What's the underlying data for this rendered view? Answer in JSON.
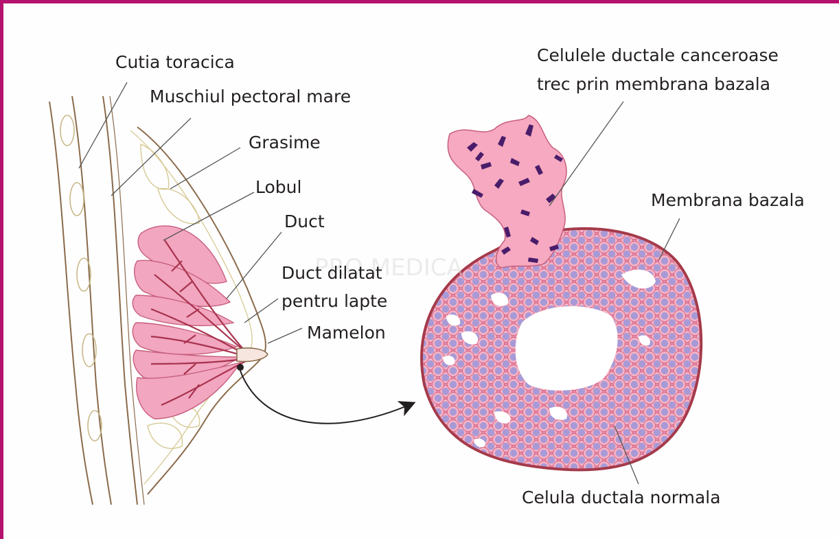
{
  "labels": {
    "ribcage": "Cutia toracica",
    "pectoral": "Muschiul pectoral mare",
    "fat": "Grasime",
    "lobule": "Lobul",
    "duct": "Duct",
    "dilated_1": "Duct dilatat",
    "dilated_2": "pentru lapte",
    "nipple": "Mamelon",
    "cancer_1": "Celulele ductale canceroase",
    "cancer_2": "trec prin membrana bazala",
    "membrane": "Membrana bazala",
    "normal_cell": "Celula ductala normala"
  },
  "watermark": "PRO MEDICA",
  "colors": {
    "border": "#b5126f",
    "lobule_fill": "#f2a6bf",
    "duct_line": "#a8324e",
    "tissue_fill": "#e7819e",
    "cell_nucleus": "#a89ad6",
    "membrane": "#a53a4a",
    "cancer_fill": "#f6a9c0",
    "cancer_nucleus": "#4a1d6a"
  }
}
